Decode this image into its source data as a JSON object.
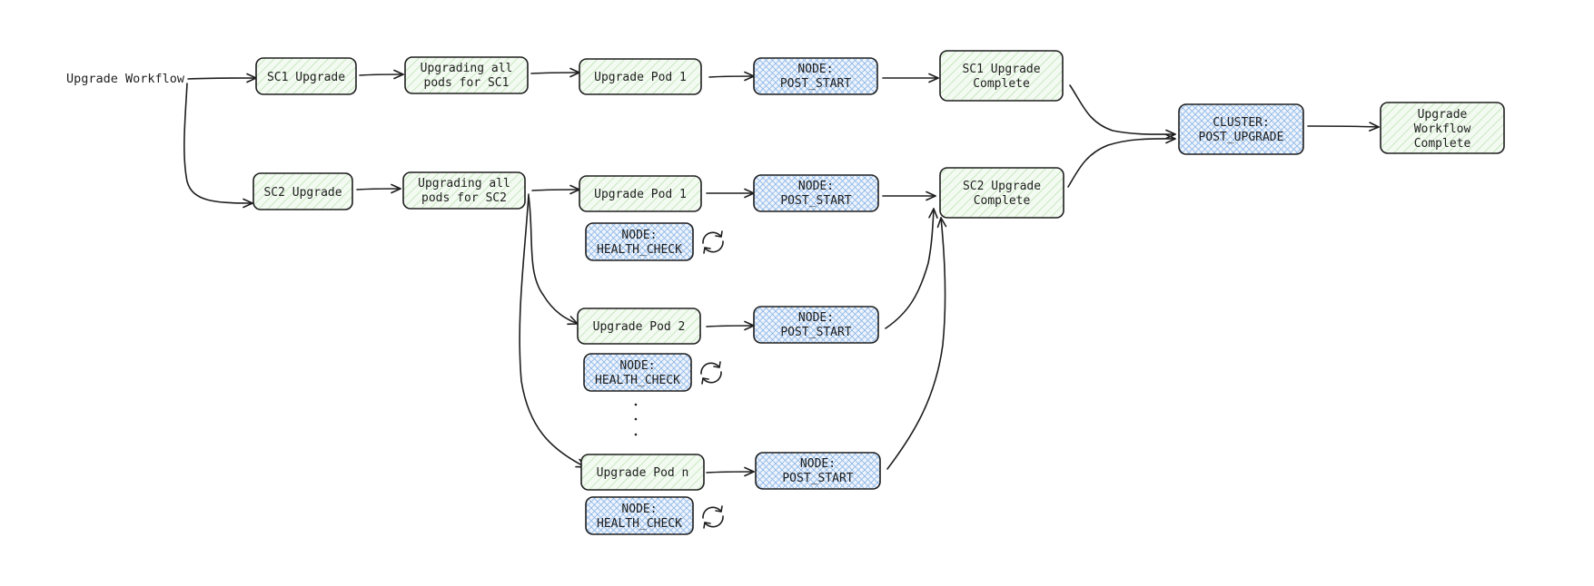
{
  "diagram": {
    "nodes": {
      "upgrade_workflow": [
        "Upgrade Workflow"
      ],
      "sc1_upgrade": [
        "SC1 Upgrade"
      ],
      "sc1_upgrading_pods": [
        "Upgrading all",
        "pods for SC1"
      ],
      "sc1_upgrade_pod_1": [
        "Upgrade Pod 1"
      ],
      "sc1_node_post_start": [
        "NODE:",
        "POST_START"
      ],
      "sc1_upgrade_complete": [
        "SC1 Upgrade",
        "Complete"
      ],
      "cluster_post_upgrade": [
        "CLUSTER:",
        "POST_UPGRADE"
      ],
      "upgrade_workflow_complete": [
        "Upgrade",
        "Workflow",
        "Complete"
      ],
      "sc2_upgrade": [
        "SC2 Upgrade"
      ],
      "sc2_upgrading_pods": [
        "Upgrading all",
        "pods for SC2"
      ],
      "sc2_upgrade_pod_1": [
        "Upgrade Pod 1"
      ],
      "sc2_pod1_post_start": [
        "NODE:",
        "POST_START"
      ],
      "sc2_pod1_health_check": [
        "NODE:",
        "HEALTH_CHECK"
      ],
      "sc2_upgrade_complete": [
        "SC2 Upgrade",
        "Complete"
      ],
      "sc2_upgrade_pod_2": [
        "Upgrade Pod 2"
      ],
      "sc2_pod2_post_start": [
        "NODE:",
        "POST_START"
      ],
      "sc2_pod2_health_check": [
        "NODE:",
        "HEALTH_CHECK"
      ],
      "sc2_upgrade_pod_n": [
        "Upgrade Pod n"
      ],
      "sc2_podn_post_start": [
        "NODE:",
        "POST_START"
      ],
      "sc2_podn_health_check": [
        "NODE:",
        "HEALTH_CHECK"
      ]
    },
    "colors": {
      "stroke": "#1e1e1e",
      "green_fill": "#f3faf1",
      "green_hatch": "#b2dfa8",
      "blue_fill": "#eef4fc",
      "blue_hatch": "#8fb8e8"
    },
    "icons": {
      "health_check_loop": "refresh-icon"
    }
  }
}
